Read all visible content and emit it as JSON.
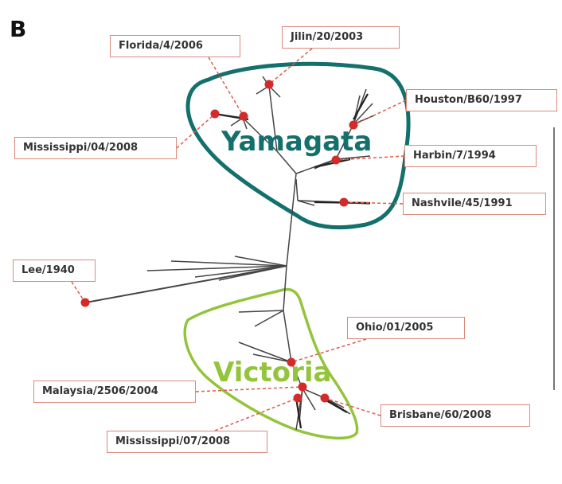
{
  "panel_letter": "B",
  "clades": [
    {
      "name": "Yamagata",
      "color": "#13706c"
    },
    {
      "name": "Victoria",
      "color": "#93c43b"
    }
  ],
  "strains": [
    {
      "label": "Florida/4/2006",
      "clade": "Yamagata"
    },
    {
      "label": "Jilin/20/2003",
      "clade": "Yamagata"
    },
    {
      "label": "Houston/B60/1997",
      "clade": "Yamagata"
    },
    {
      "label": "Mississippi/04/2008",
      "clade": "Yamagata"
    },
    {
      "label": "Harbin/7/1994",
      "clade": "Yamagata"
    },
    {
      "label": "Nashvile/45/1991",
      "clade": "Yamagata"
    },
    {
      "label": "Lee/1940",
      "clade": "root"
    },
    {
      "label": "Ohio/01/2005",
      "clade": "Victoria"
    },
    {
      "label": "Malaysia/2506/2004",
      "clade": "Victoria"
    },
    {
      "label": "Brisbane/60/2008",
      "clade": "Victoria"
    },
    {
      "label": "Mississippi/07/2008",
      "clade": "Victoria"
    }
  ],
  "colors": {
    "branch": "#444444",
    "marker": "#d42a2a",
    "connector": "#e05a4a",
    "label_border": "#d98a7a"
  }
}
